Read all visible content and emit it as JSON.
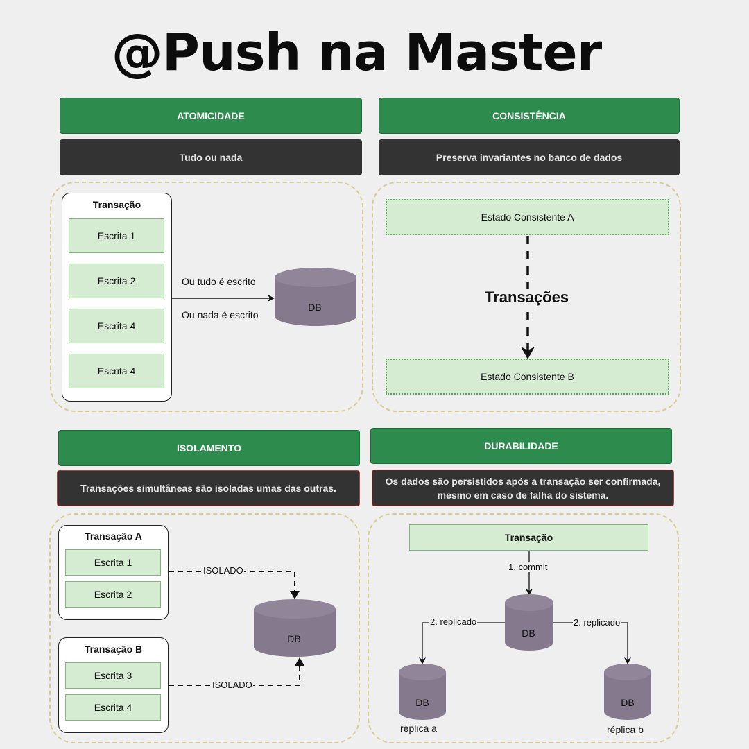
{
  "title": "@Push na Master",
  "atomicidade": {
    "header": "ATOMICIDADE",
    "description": "Tudo ou nada",
    "transaction_title": "Transação",
    "writes": [
      "Escrita 1",
      "Escrita 2",
      "Escrita 4",
      "Escrita 4"
    ],
    "label_all": "Ou tudo é escrito",
    "label_none": "Ou nada é escrito",
    "db": "DB"
  },
  "consistencia": {
    "header": "CONSISTÊNCIA",
    "description": "Preserva invariantes no banco de dados",
    "state_a": "Estado Consistente A",
    "transitions": "Transações",
    "state_b": "Estado Consistente B"
  },
  "isolamento": {
    "header": "ISOLAMENTO",
    "description": "Transações simultâneas são isoladas umas das outras.",
    "transaction_a": {
      "title": "Transação A",
      "writes": [
        "Escrita 1",
        "Escrita 2"
      ]
    },
    "transaction_b": {
      "title": "Transação B",
      "writes": [
        "Escrita 3",
        "Escrita 4"
      ]
    },
    "isolated_label": "ISOLADO",
    "db": "DB"
  },
  "durabilidade": {
    "header": "DURABILIDADE",
    "description_line1": "Os dados são persistidos após a transação ser confirmada,",
    "description_line2": "mesmo em caso de falha do sistema.",
    "transaction": "Transação",
    "commit": "1. commit",
    "replicated": "2. replicado",
    "db": "DB",
    "replica_a": "réplica a",
    "replica_b": "réplica b"
  },
  "colors": {
    "header_green": "#2e8b4e",
    "desc_dark": "#333334",
    "write_green": "#d5ecd2",
    "db_purple": "#857a8d",
    "panel_dash": "#d8cb92"
  }
}
